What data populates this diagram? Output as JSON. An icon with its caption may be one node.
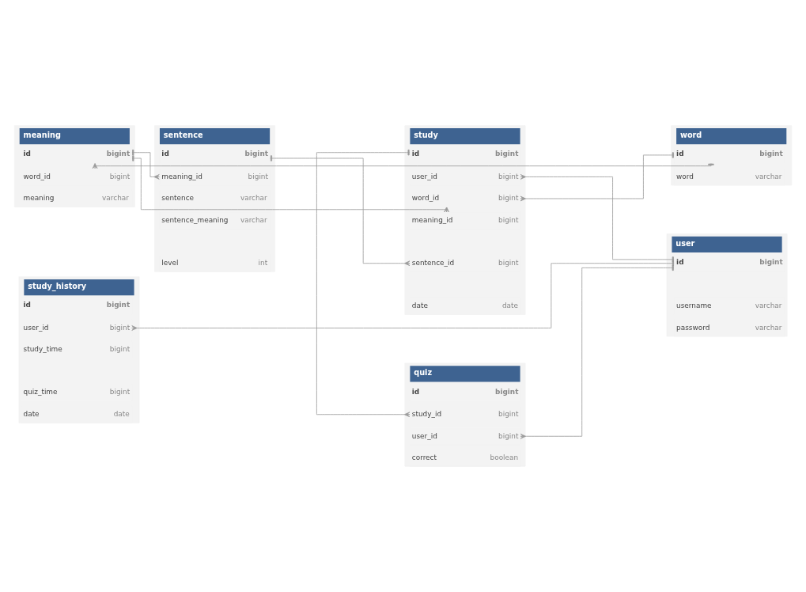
{
  "diagram": {
    "nodes": [
      {
        "text": [
          "meaning"
        ]
      },
      {
        "text": [
          "id",
          "bigint"
        ],
        "in": 0
      },
      {
        "text": [
          "word_id",
          "bigint"
        ],
        "in": 0
      },
      {
        "text": [
          "meaning",
          "varchar"
        ],
        "in": 0
      },
      {
        "text": [
          "sentence"
        ]
      },
      {
        "text": [
          "id",
          "bigint"
        ],
        "in": 4
      },
      {
        "text": [
          "meaning_id",
          "bigint"
        ],
        "in": 4
      },
      {
        "text": [
          "sentence",
          "varchar"
        ],
        "in": 4
      },
      {
        "text": [
          "sentence_meaning",
          "varchar"
        ],
        "in": 4
      },
      {
        "text": [
          "level",
          "int"
        ],
        "in": 4
      },
      {
        "text": [
          "study"
        ]
      },
      {
        "text": [
          "id",
          "bigint"
        ],
        "in": 10
      },
      {
        "text": [
          "user_id",
          "bigint"
        ],
        "in": 10
      },
      {
        "text": [
          "word_id",
          "bigint"
        ],
        "in": 10
      },
      {
        "text": [
          "meaning_id",
          "bigint"
        ],
        "in": 10
      },
      {
        "text": [
          "sentence_id",
          "bigint"
        ],
        "in": 10
      },
      {
        "text": [
          "date",
          "date"
        ],
        "in": 10
      },
      {
        "text": [
          "word"
        ]
      },
      {
        "text": [
          "id",
          "bigint"
        ],
        "in": 17
      },
      {
        "text": [
          "word",
          "varchar"
        ],
        "in": 17
      },
      {
        "text": [
          "quiz"
        ]
      },
      {
        "text": [
          "id",
          "bigint"
        ],
        "in": 20
      },
      {
        "text": [
          "study_id",
          "bigint"
        ],
        "in": 20
      },
      {
        "text": [
          "user_id",
          "bigint"
        ],
        "in": 20
      },
      {
        "text": [
          "correct",
          "boolean"
        ],
        "in": 20
      },
      {
        "text": [
          "user"
        ]
      },
      {
        "text": [
          "id",
          "bigint"
        ],
        "in": 25
      },
      {
        "text": [
          "username",
          "varchar"
        ],
        "in": 25
      },
      {
        "text": [
          "password",
          "varchar"
        ],
        "in": 25
      },
      {
        "text": [
          "study_history"
        ]
      },
      {
        "text": [
          "id",
          "bigint"
        ],
        "in": 29
      },
      {
        "text": [
          "user_id",
          "bigint"
        ],
        "in": 29
      },
      {
        "text": [
          "study_time",
          "bigint"
        ],
        "in": 29
      },
      {
        "text": [
          "quiz_time",
          "bigint"
        ],
        "in": 29
      },
      {
        "text": [
          "date",
          "date"
        ],
        "in": 29
      }
    ],
    "edges": [
      {
        "from": 1,
        "to": 6,
        "arrow": "other"
      },
      {
        "from": 18,
        "to": 2,
        "arrow": "other"
      },
      {
        "from": 1,
        "to": 14,
        "arrow": "other"
      },
      {
        "from": 5,
        "to": 15,
        "arrow": "other"
      },
      {
        "from": 11,
        "to": 22,
        "arrow": "other"
      },
      {
        "from": 26,
        "to": 12,
        "arrow": "other"
      },
      {
        "from": 18,
        "to": 13,
        "arrow": "other"
      },
      {
        "from": 26,
        "to": 23,
        "arrow": "other"
      },
      {
        "from": 26,
        "to": 31,
        "arrow": "other"
      }
    ]
  }
}
